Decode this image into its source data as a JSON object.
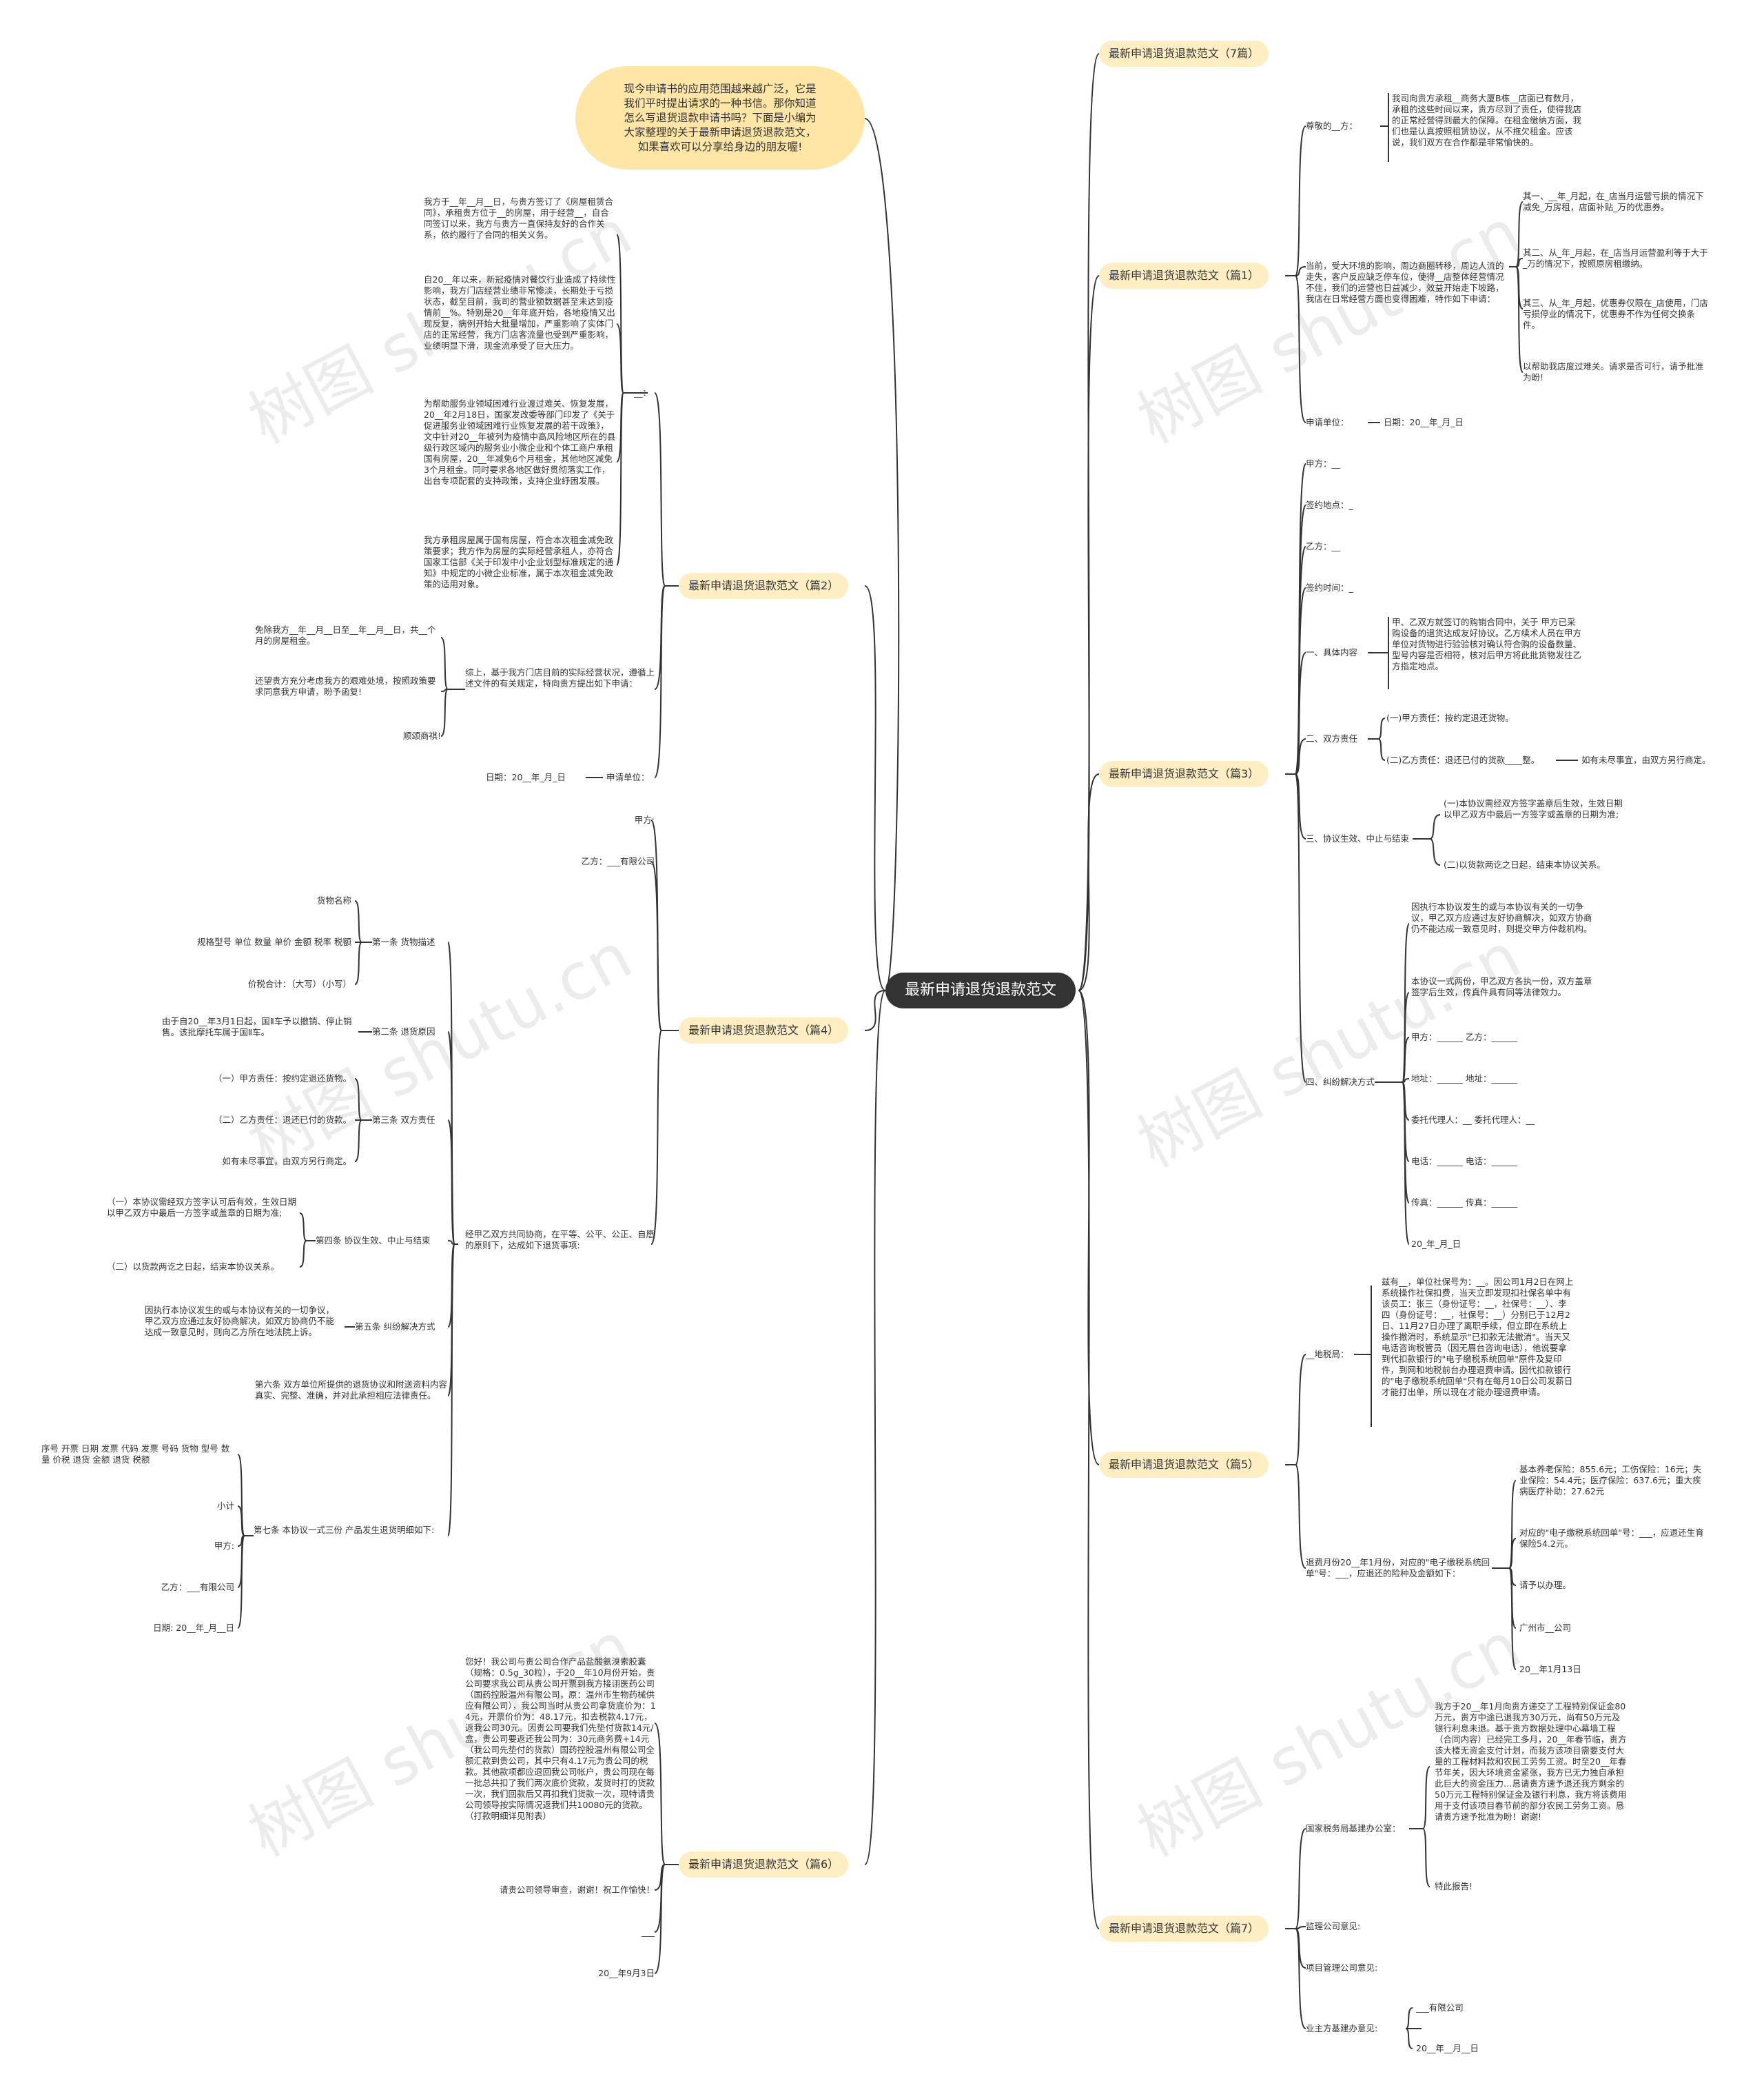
{
  "root": "最新申请退货退款范文",
  "intro": "现今申请书的应用范围越来越广泛，它是我们平时提出请求的一种书信。那你知道怎么写退货退款申请书吗？下面是小编为大家整理的关于最新申请退货退款范文，如果喜欢可以分享给身边的朋友喔!",
  "watermark": "树图 shutu.cn",
  "branches": {
    "b7top": "最新申请退货退款范文（7篇）",
    "b1": "最新申请退货退款范文（篇1）",
    "b2": "最新申请退货退款范文（篇2）",
    "b3": "最新申请退货退款范文（篇3）",
    "b4": "最新申请退货退款范文（篇4）",
    "b5": "最新申请退货退款范文（篇5）",
    "b6": "最新申请退货退款范文（篇6）",
    "b7": "最新申请退货退款范文（篇7）"
  },
  "p1": {
    "a": "尊敬的__方：",
    "a1": "我司向贵方承租__商务大厦B栋__店面已有数月，承租的这些时间以来，贵方尽到了责任，使得我店的正常经营得到最大的保障。在租金缴纳方面，我们也是认真按照租赁协议，从不拖欠租金。应该说，我们双方在合作都是非常愉快的。",
    "b": "当前，受大环境的影响，周边商圈转移，周边人流的走失，客户反应缺乏停车位，使得__店整体经营情况不佳，我们的运营也日益减少，效益开始走下坡路，我店在日常经营方面也变得困难，特作如下申请：",
    "b1": "其一、__年_月起，在_店当月运营亏损的情况下减免_万房租，店面补贴_万的优惠券。",
    "b2": "其二、从_年_月起，在_店当月运营盈利等于大于_万的情况下，按照原房租缴纳。",
    "b3": "其三、从_年_月起，优惠券仅限在_店使用，门店亏损停业的情况下，优惠券不作为任何交换条件。",
    "b4": "以帮助我店度过难关。请求是否可行，请予批准为盼!",
    "c": "申请单位：",
    "c1": "日期：20__年_月_日"
  },
  "p2": {
    "a": "__：",
    "a1": "我方于__年__月__日，与贵方签订了《房屋租赁合同》，承租贵方位于__的房屋，用于经营__，自合同签订以来，我方与贵方一直保持友好的合作关系，依约履行了合同的相关义务。",
    "a2": "自20__年以来，新冠疫情对餐饮行业造成了持续性影响，我方门店经营业绩非常惨淡，长期处于亏损状态，截至目前，我司的营业额数据甚至未达到疫情前__%。特别是20__年年底开始，各地疫情又出现反复，病例开始大批量增加，严重影响了实体门店的正常经营，我方门店客流量也受到严重影响，业绩明显下滑，现金流承受了巨大压力。",
    "a3": "为帮助服务业领域困难行业渡过难关、恢复发展，20__年2月18日，国家发改委等部门印发了《关于促进服务业领域困难行业恢复发展的若干政策》，文中针对20__年被列为疫情中高风险地区所在的县级行政区域内的服务业小微企业和个体工商户承租国有房屋，20__年减免6个月租金，其他地区减免3个月租金。同时要求各地区做好贯彻落实工作，出台专项配套的支持政策，支持企业纾困发展。",
    "a4": "我方承租房屋属于国有房屋，符合本次租金减免政策要求；我方作为房屋的实际经营承租人，亦符合国家工信部《关于印发中小企业划型标准规定的通知》中规定的小微企业标准，属于本次租金减免政策的适用对象。",
    "b": "综上，基于我方门店目前的实际经营状况，遵循上述文件的有关规定，特向贵方提出如下申请：",
    "b1": "免除我方__年__月__日至__年__月__日，共__个月的房屋租金。",
    "b2": "还望贵方充分考虑我方的艰难处境，按照政策要求同意我方申请，盼予函复!",
    "b3": "顺颂商祺!",
    "c": "申请单位：",
    "c1": "日期：20__年_月_日"
  },
  "p3": {
    "a": "甲方：__",
    "b": "签约地点：_",
    "c": "乙方：__",
    "d": "签约时间：_",
    "e": "一、具体内容",
    "e1": "甲、乙双方就签订的购销合同中，关于 甲方已采购设备的退货达成友好协议。乙方续术人员在甲方单位对货物进行验验核对确认符合购的设备数量、型号内容是否相符，核对后甲方将此批货物发往乙方指定地点。",
    "f": "二、双方责任",
    "f1": "(一)甲方责任：按约定退还货物。",
    "f2": "(二)乙方责任：退还已付的货款____整。",
    "f3": "如有未尽事宜，由双方另行商定。",
    "g": "三、协议生效、中止与结束",
    "g1": "(一)本协议需经双方签字盖章后生效，生效日期以甲乙双方中最后一方签字或盖章的日期为准;",
    "g2": "(二)以货款两讫之日起，结束本协议关系。",
    "h": "四、纠纷解决方式",
    "h1": "因执行本协议发生的或与本协议有关的一切争议，甲乙双方应通过友好协商解决，如双方协商仍不能达成一致意见时，则提交甲方仲裁机构。",
    "h2": "本协议一式两份，甲乙双方各执一份，双方盖章签字后生效，传真件具有同等法律效力。",
    "h3": "甲方：______ 乙方：______",
    "h4": "地址：______ 地址：______",
    "h5": "委托代理人：__ 委托代理人：__",
    "h6": "电话：______ 电话：______",
    "h7": "传真：______ 传真：______",
    "h8": "20_年_月_日"
  },
  "p4": {
    "a": "甲方:",
    "b": "乙方：___有限公司",
    "c": "经甲乙双方共同协商，在平等、公平、公正、自愿的原则下，达成如下退货事项:",
    "c1": "第一条 货物描述",
    "c1a": "货物名称",
    "c1b": "规格型号 单位 数量 单价 金额 税率 税额",
    "c1c": "价税合计：（大写）（小写）",
    "c2": "第二条 退货原因",
    "c2a": "由于自20__年3月1日起，国Ⅱ车予以撤销、停止销售。该批摩托车属于国Ⅱ车。",
    "c3": "第三条 双方责任",
    "c3a": "（一）甲方责任：按约定退还货物。",
    "c3b": "（二）乙方责任：退还已付的货款。",
    "c3c": "如有未尽事宜，由双方另行商定。",
    "c4": "第四条 协议生效、中止与结束",
    "c4a": "（一）本协议需经双方签字认可后有效，生效日期以甲乙双方中最后一方签字或盖章的日期为准;",
    "c4b": "（二）以货款两讫之日起，结束本协议关系。",
    "c5": "第五条 纠纷解决方式",
    "c5a": "因执行本协议发生的或与本协议有关的一切争议，甲乙双方应通过友好协商解决，如双方协商仍不能达成一致意见时，则向乙方所在地法院上诉。",
    "c6": "第六条 双方单位所提供的退货协议和附送资料内容真实、完整、准确，并对此承担相应法律责任。",
    "c7": "第七条 本协议一式三份 产品发生退货明细如下:",
    "c7a": "序号 开票 日期 发票 代码 发票 号码 货物 型号 数 量 价税 退货 金额 退货 税额",
    "c7b": "小计",
    "c7c": "甲方:",
    "c7d": "乙方：___有限公司",
    "c7e": "日期: 20__年_月__日"
  },
  "p5": {
    "a": "__地税局：",
    "a1": "兹有__，单位社保号为：__。因公司1月2日在网上系统操作社保扣费，当天立即发现扣社保名单中有该员工：张三（身份证号：__，社保号：__）、李四（身份证号：__，社保号：__）分别已于12月2日、11月27日办理了离职手续，但立即在系统上操作撤消时，系统显示\"已扣款无法撤消\"。当天又电话咨询税管员（因无眉台咨询电话），他说要拿到代扣款银行的\"电子缴税系统回单\"原件及复印件，到网和地税前台办理退费申请。因代扣款银行的\"电子缴税系统回单\"只有在每月10日公司发薪日才能打出单，所以现在才能办理退费申请。",
    "b": "退费月份20__年1月份，对应的\"电子缴税系统回单\"号：___，应退还的险种及金额如下：",
    "b1": "基本养老保险：855.6元；工伤保险：16元；失业保险：54.4元；医疗保险：637.6元；重大疾病医疗补助：27.62元",
    "b2": "对应的\"电子缴税系统回单\"号：___，应退还生育保险54.2元。",
    "b3": "请予以办理。",
    "b4": "广州市__公司",
    "b5": "20__年1月13日"
  },
  "p6": {
    "a": "您好！我公司与贵公司合作产品盐酸氨溴索胶囊（规格：0.5g_30粒），于20__年10月份开始，贵公司要求我公司从贵公司开票到我方接诩医药公司（国药控股温州有限公司，原：温州市生物药械供应有限公司），我公司当时从贵公司拿货底价为：14元，开票价价为：48.17元，扣去税款4.17元，返我公司30元。因贵公司要我们先垫付货款14元/盒，贵公司要返还我公司为：30元商务费+14元（我公司先垫付的货款）国药控股温州有限公司全额汇款到贵公司，其中只有4.17元为贵公司的税款。其他款项都应退回我公司帐户，贵公司现在每一批总共扣了我们两次底价货款，发货时打的货款一次，我们回款后又再扣我们货款一次，现特请贵公司领导按实际情况返我们共10080元的货款。（打款明细详见附表）",
    "b": "请贵公司领导审查，谢谢！祝工作愉快！",
    "c": "___",
    "d": "20__年9月3日"
  },
  "p7": {
    "a": "国家税务局基建办公室：",
    "a1": "我方于20__年1月向贵方递交了工程特别保证金80万元，贵方中途已退我方30万元，尚有50万元及银行利息未退。基于贵方数据处理中心幕墙工程（合同内容）已经完工多月，20__年春节临，贵方该大楼无资金支付计划，而我方该项目需要支付大量的工程材料款和农民工劳务工资。时至20__年春节年关，因大环境资金紧张，我方已无力独自承担此巨大的资金压力…恳请贵方速予退还我方剩余的50万元工程特别保证金及银行利息，我方将该费用用于支付该项目春节前的部分农民工劳务工资。恳请贵方速予批准为盼！谢谢!",
    "a2": "特此报告!",
    "b": "监理公司意见:",
    "c": "项目管理公司意见:",
    "d": "业主方基建办意见:",
    "d1": "___有限公司",
    "d2": "20__年__月__日"
  }
}
